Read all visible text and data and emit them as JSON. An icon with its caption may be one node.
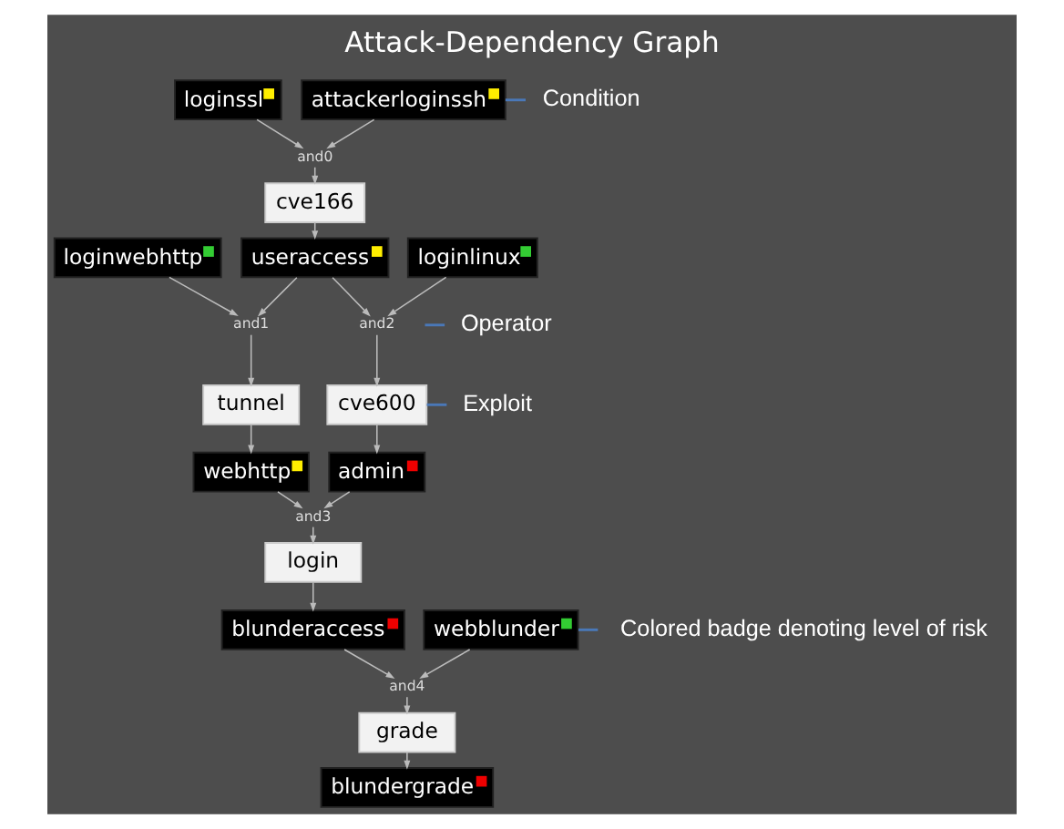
{
  "diagram": {
    "title": "Attack-Dependency Graph",
    "nodes": [
      {
        "text": [
          "loginssl"
        ]
      },
      {
        "text": [
          "attackerloginssh"
        ]
      },
      {
        "text": [
          "and0"
        ]
      },
      {
        "text": [
          "cve166"
        ]
      },
      {
        "text": [
          "loginwebhttp"
        ]
      },
      {
        "text": [
          "useraccess"
        ]
      },
      {
        "text": [
          "loginlinux"
        ]
      },
      {
        "text": [
          "and1"
        ]
      },
      {
        "text": [
          "and2"
        ]
      },
      {
        "text": [
          "tunnel"
        ]
      },
      {
        "text": [
          "cve600"
        ]
      },
      {
        "text": [
          "webhttp"
        ]
      },
      {
        "text": [
          "admin"
        ]
      },
      {
        "text": [
          "and3"
        ]
      },
      {
        "text": [
          "login"
        ]
      },
      {
        "text": [
          "blunderaccess"
        ]
      },
      {
        "text": [
          "webblunder"
        ]
      },
      {
        "text": [
          "and4"
        ]
      },
      {
        "text": [
          "grade"
        ]
      },
      {
        "text": [
          "blundergrade"
        ]
      },
      {
        "text": [
          "Condition"
        ]
      },
      {
        "text": [
          "Operator"
        ]
      },
      {
        "text": [
          "Exploit"
        ]
      },
      {
        "text": [
          "Colored badge denoting level of risk"
        ]
      }
    ],
    "edges": [
      {
        "from": 0,
        "to": 2,
        "arrow": "to"
      },
      {
        "from": 1,
        "to": 2,
        "arrow": "to"
      },
      {
        "from": 2,
        "to": 3,
        "arrow": "to"
      },
      {
        "from": 3,
        "to": 5,
        "arrow": "to"
      },
      {
        "from": 4,
        "to": 7,
        "arrow": "to"
      },
      {
        "from": 5,
        "to": 7,
        "arrow": "to"
      },
      {
        "from": 5,
        "to": 8,
        "arrow": "to"
      },
      {
        "from": 6,
        "to": 8,
        "arrow": "to"
      },
      {
        "from": 7,
        "to": 9,
        "arrow": "to"
      },
      {
        "from": 8,
        "to": 10,
        "arrow": "to"
      },
      {
        "from": 9,
        "to": 11,
        "arrow": "to"
      },
      {
        "from": 10,
        "to": 12,
        "arrow": "to"
      },
      {
        "from": 11,
        "to": 13,
        "arrow": "to"
      },
      {
        "from": 12,
        "to": 13,
        "arrow": "to"
      },
      {
        "from": 13,
        "to": 14,
        "arrow": "to"
      },
      {
        "from": 14,
        "to": 15,
        "arrow": "to"
      },
      {
        "from": 15,
        "to": 17,
        "arrow": "to"
      },
      {
        "from": 16,
        "to": 17,
        "arrow": "to"
      },
      {
        "from": 17,
        "to": 18,
        "arrow": "to"
      },
      {
        "from": 18,
        "to": 19,
        "arrow": "to"
      },
      {
        "from": 20,
        "to": 1,
        "arrow": "none",
        "color": "#4a78b8"
      },
      {
        "from": 21,
        "to": 8,
        "arrow": "none",
        "color": "#4a78b8"
      },
      {
        "from": 22,
        "to": 10,
        "arrow": "none",
        "color": "#4a78b8"
      },
      {
        "from": 23,
        "to": 16,
        "arrow": "none",
        "color": "#4a78b8"
      }
    ]
  }
}
